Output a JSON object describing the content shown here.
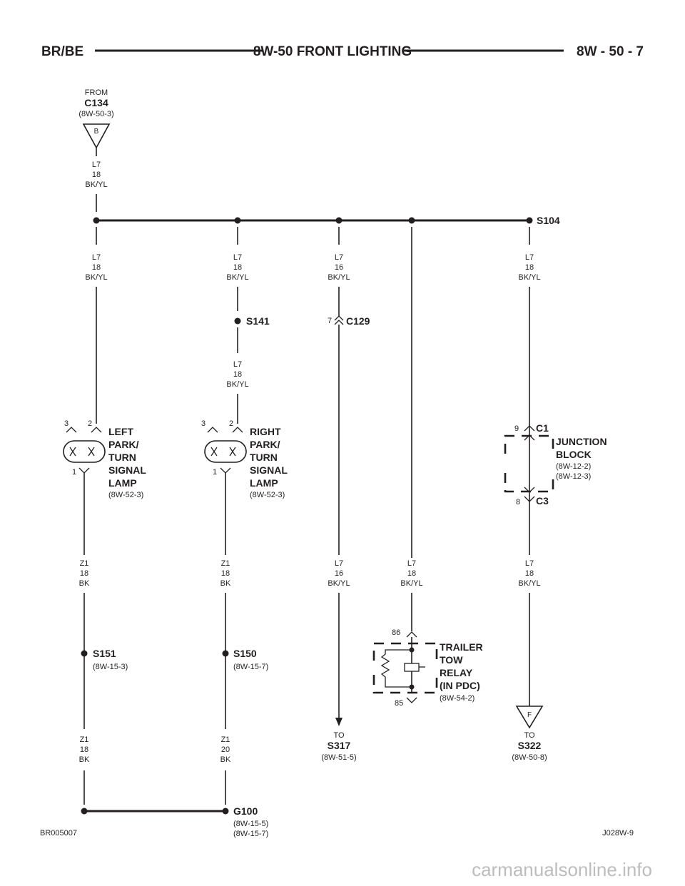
{
  "header": {
    "left": "BR/BE",
    "center": "8W-50 FRONT LIGHTING",
    "right": "8W - 50 - 7"
  },
  "from_connector": {
    "prefix": "FROM",
    "name": "C134",
    "ref": "(8W-50-3)",
    "pin": "B",
    "wire": [
      "L7",
      "18",
      "BK/YL"
    ]
  },
  "splice_s104": {
    "label": "S104"
  },
  "branch_wires": {
    "left_lamp_feed": [
      "L7",
      "18",
      "BK/YL"
    ],
    "right_lamp_feed": [
      "L7",
      "18",
      "BK/YL"
    ],
    "c129_feed": [
      "L7",
      "16",
      "BK/YL"
    ],
    "junction_feed": [
      "L7",
      "18",
      "BK/YL"
    ],
    "s141_to_lamp": [
      "L7",
      "18",
      "BK/YL"
    ],
    "c129_out": [
      "L7",
      "16",
      "BK/YL"
    ],
    "relay_feed": [
      "L7",
      "18",
      "BK/YL"
    ],
    "junction_out": [
      "L7",
      "18",
      "BK/YL"
    ]
  },
  "splice_s141": {
    "label": "S141"
  },
  "connector_c129": {
    "label": "C129",
    "pin": "7"
  },
  "left_lamp": {
    "name_lines": [
      "LEFT",
      "PARK/",
      "TURN",
      "SIGNAL",
      "LAMP"
    ],
    "ref": "(8W-52-3)",
    "pin_3": "3",
    "pin_2": "2",
    "pin_1": "1",
    "ground_wire_1": [
      "Z1",
      "18",
      "BK"
    ],
    "splice": "S151",
    "splice_ref": "(8W-15-3)",
    "ground_wire_2": [
      "Z1",
      "18",
      "BK"
    ]
  },
  "right_lamp": {
    "name_lines": [
      "RIGHT",
      "PARK/",
      "TURN",
      "SIGNAL",
      "LAMP"
    ],
    "ref": "(8W-52-3)",
    "pin_3": "3",
    "pin_2": "2",
    "pin_1": "1",
    "ground_wire_1": [
      "Z1",
      "18",
      "BK"
    ],
    "splice": "S150",
    "splice_ref": "(8W-15-7)",
    "ground_wire_2": [
      "Z1",
      "20",
      "BK"
    ]
  },
  "junction_block": {
    "name_lines": [
      "JUNCTION",
      "BLOCK"
    ],
    "refs": [
      "(8W-12-2)",
      "(8W-12-3)"
    ],
    "c1": "C1",
    "c1_pin": "9",
    "c3": "C3",
    "c3_pin": "8"
  },
  "trailer_relay": {
    "name_lines": [
      "TRAILER",
      "TOW",
      "RELAY",
      "(IN PDC)"
    ],
    "ref": "(8W-54-2)",
    "pin_86": "86",
    "pin_85": "85"
  },
  "to_s317": {
    "prefix": "TO",
    "name": "S317",
    "ref": "(8W-51-5)"
  },
  "to_s322": {
    "prefix": "TO",
    "name": "S322",
    "ref": "(8W-50-8)",
    "pin": "F"
  },
  "ground_g100": {
    "label": "G100",
    "refs": [
      "(8W-15-5)",
      "(8W-15-7)"
    ]
  },
  "footer": {
    "left": "BR005007",
    "right": "J028W-9"
  },
  "watermark": "carmanualsonline.info"
}
